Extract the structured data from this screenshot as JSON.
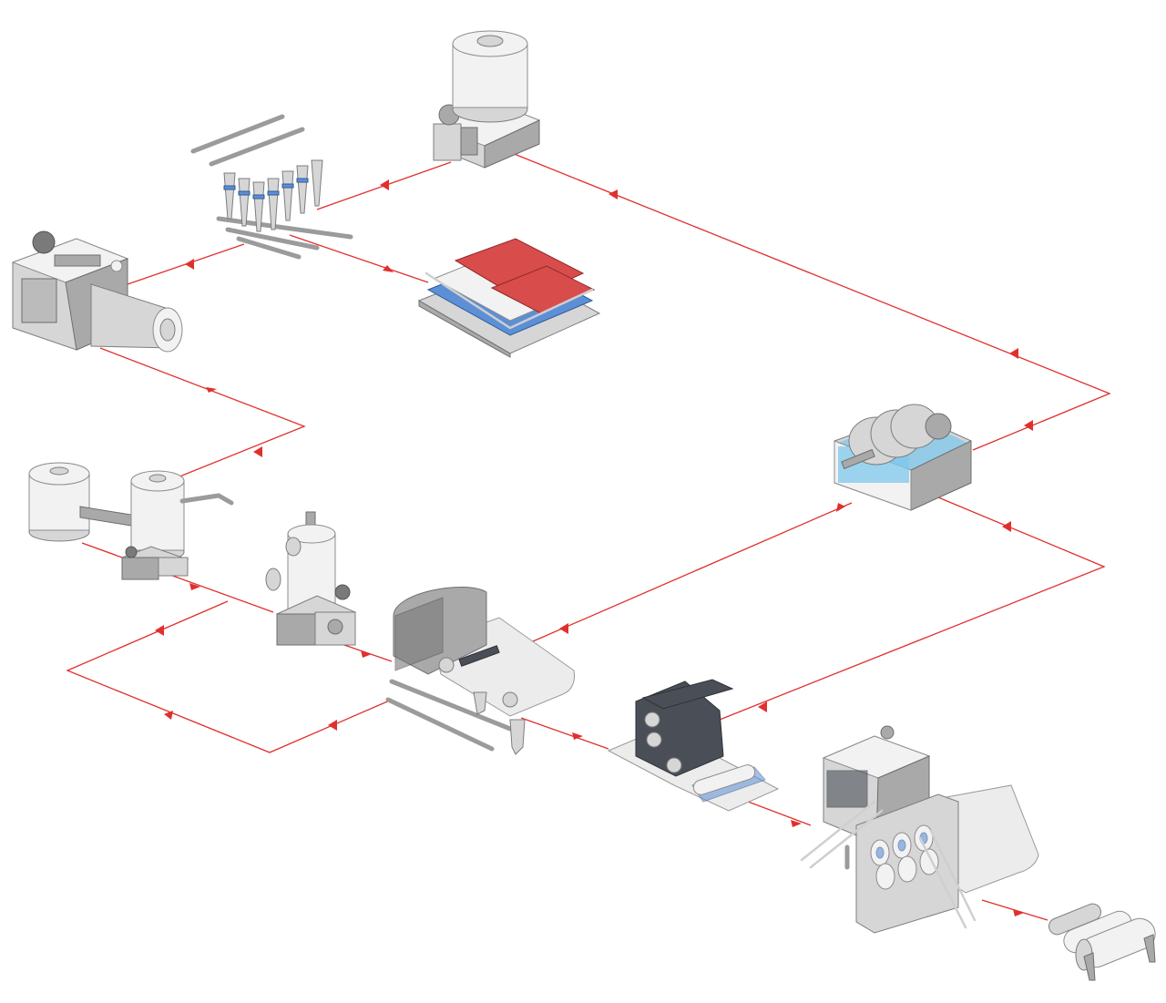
{
  "diagram": {
    "type": "isometric process flow",
    "flow_color": "#e0302e",
    "equipment": [
      "pulper-tank",
      "cleaner-manifold",
      "refiner",
      "belt-press",
      "stock-tanks",
      "deaerator",
      "headbox-forming-section",
      "press-section",
      "disc-filter",
      "dryer-section",
      "reel"
    ]
  }
}
